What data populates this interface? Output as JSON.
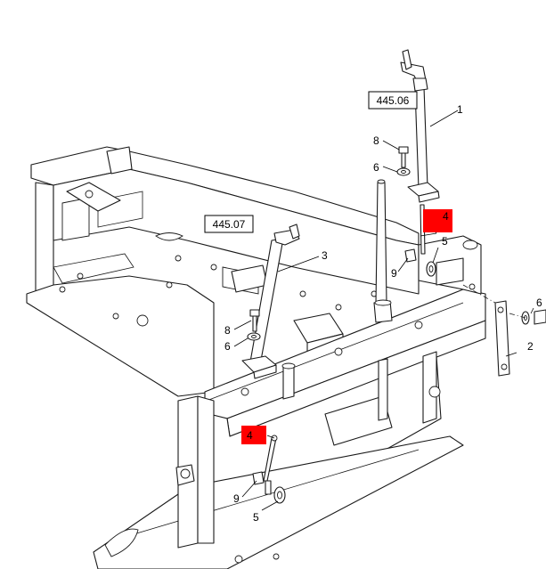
{
  "colors": {
    "highlight": "#ff0000",
    "line": "#1a1a1a",
    "background": "#ffffff"
  },
  "references": {
    "ref1": "445.06",
    "ref2": "445.07"
  },
  "callouts": {
    "c1": "1",
    "c2": "2",
    "c3": "3",
    "c4a": "4",
    "c4b": "4",
    "c5a": "5",
    "c5b": "5",
    "c6a": "6",
    "c6b": "6",
    "c6c": "6",
    "c8a": "8",
    "c8b": "8",
    "c9a": "9",
    "c9b": "9"
  }
}
